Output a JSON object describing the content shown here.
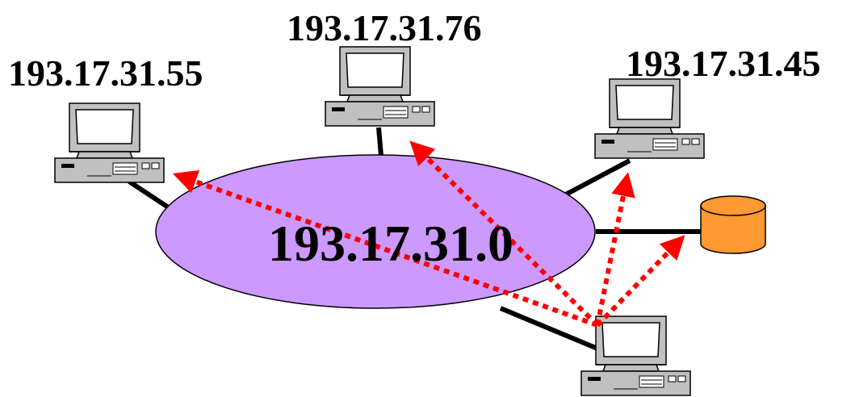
{
  "network": {
    "address": "193.17.31.0",
    "fill": "#cc99ff"
  },
  "hosts": [
    {
      "ip": "193.17.31.55"
    },
    {
      "ip": "193.17.31.76"
    },
    {
      "ip": "193.17.31.45"
    }
  ],
  "colors": {
    "arrows": "#ff0000",
    "database": "#ff9933",
    "links": "#000000"
  },
  "icons": {
    "computer": "desktop-computer-icon",
    "database": "database-cylinder-icon"
  }
}
